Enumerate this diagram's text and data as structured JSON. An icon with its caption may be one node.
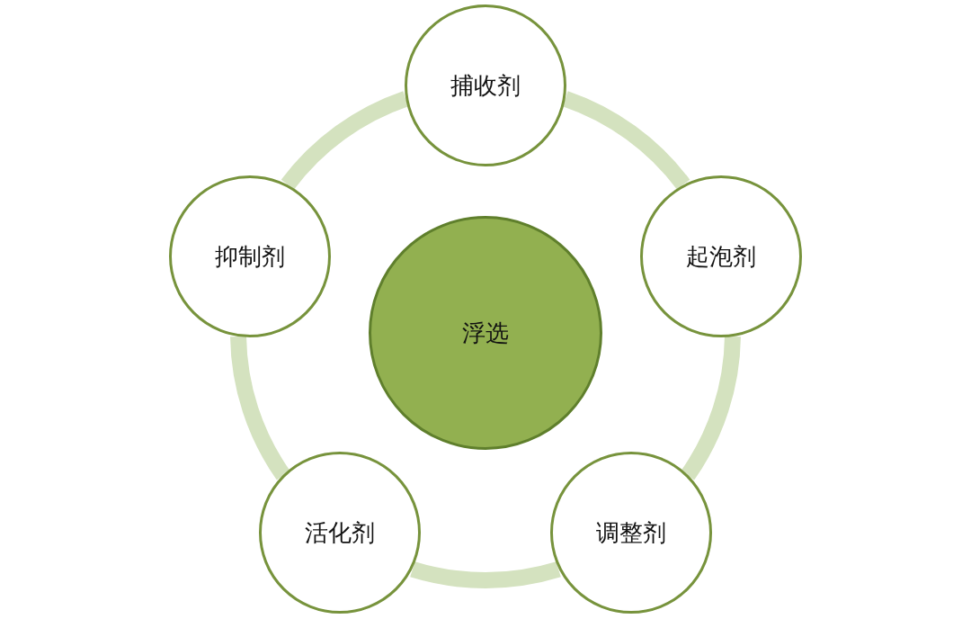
{
  "diagram": {
    "nodes": [
      {
        "text": [
          "捕收剂"
        ]
      },
      {
        "text": [
          "抑制剂"
        ]
      },
      {
        "text": [
          "起泡剂"
        ]
      },
      {
        "text": [
          "浮选"
        ]
      },
      {
        "text": [
          "活化剂"
        ]
      },
      {
        "text": [
          "调整剂"
        ]
      }
    ],
    "edges": [
      {
        "from": 0,
        "to": 2,
        "arrow": "none"
      },
      {
        "from": 2,
        "to": 5,
        "arrow": "none"
      },
      {
        "from": 5,
        "to": 4,
        "arrow": "none"
      },
      {
        "from": 4,
        "to": 1,
        "arrow": "none"
      },
      {
        "from": 1,
        "to": 0,
        "arrow": "none"
      }
    ]
  }
}
